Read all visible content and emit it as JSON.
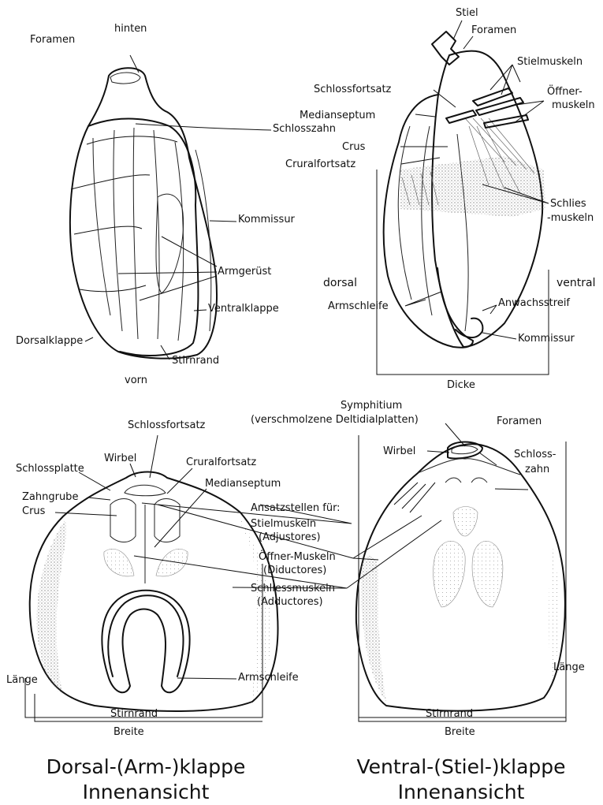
{
  "fig1": {
    "top": "hinten",
    "bottom": "vorn",
    "labels": {
      "foramen": "Foramen",
      "schlosszahn": "Schlosszahn",
      "kommissur": "Kommissur",
      "armgeruest": "Armgerüst",
      "ventralklappe": "Ventralklappe",
      "dorsalklappe": "Dorsalklappe",
      "stirnrand": "Stirnrand"
    }
  },
  "fig2": {
    "labels": {
      "stiel": "Stiel",
      "foramen": "Foramen",
      "stielmuskeln": "Stielmuskeln",
      "schlossfortsatz": "Schlossfortsatz",
      "oeffner_1": "Öffner-",
      "oeffner_2": "muskeln",
      "medianseptum": "Medianseptum",
      "crus": "Crus",
      "cruralfortsatz": "Cruralfortsatz",
      "schlies_1": "Schlies",
      "schlies_2": "-muskeln",
      "dorsal": "dorsal",
      "ventral": "ventral",
      "armschleife": "Armschleife",
      "anwachsstreif": "Anwachsstreif",
      "kommissur": "Kommissur",
      "dicke": "Dicke"
    }
  },
  "fig3": {
    "labels": {
      "schlossfortsatz": "Schlossfortsatz",
      "schlossplatte": "Schlossplatte",
      "wirbel": "Wirbel",
      "cruralfortsatz": "Cruralfortsatz",
      "medianseptum": "Medianseptum",
      "zahngrube": "Zahngrube",
      "crus": "Crus",
      "armschleife": "Armschleife",
      "laenge": "Länge",
      "stirnrand": "Stirnrand",
      "breite": "Breite"
    },
    "caption_1": "Dorsal-(Arm-)klappe",
    "caption_2": "Innenansicht"
  },
  "center_labels": {
    "ansatz": "Ansatzstellen für:",
    "stielmuskeln": "Stielmuskeln",
    "adjustores": "(Adjustores)",
    "oeffner": "Öffner-Muskeln",
    "diductores": "(Diductores)",
    "schliess": "Schliessmuskeln",
    "adductores": "(Adductores)"
  },
  "fig4": {
    "labels": {
      "symphitium": "Symphitium",
      "verschmolzene": "(verschmolzene Deltidialplatten)",
      "foramen": "Foramen",
      "wirbel": "Wirbel",
      "schlosszahn_1": "Schloss-",
      "schlosszahn_2": "zahn",
      "laenge": "Länge",
      "stirnrand": "Stirnrand",
      "breite": "Breite"
    },
    "caption_1": "Ventral-(Stiel-)klappe",
    "caption_2": "Innenansicht"
  }
}
